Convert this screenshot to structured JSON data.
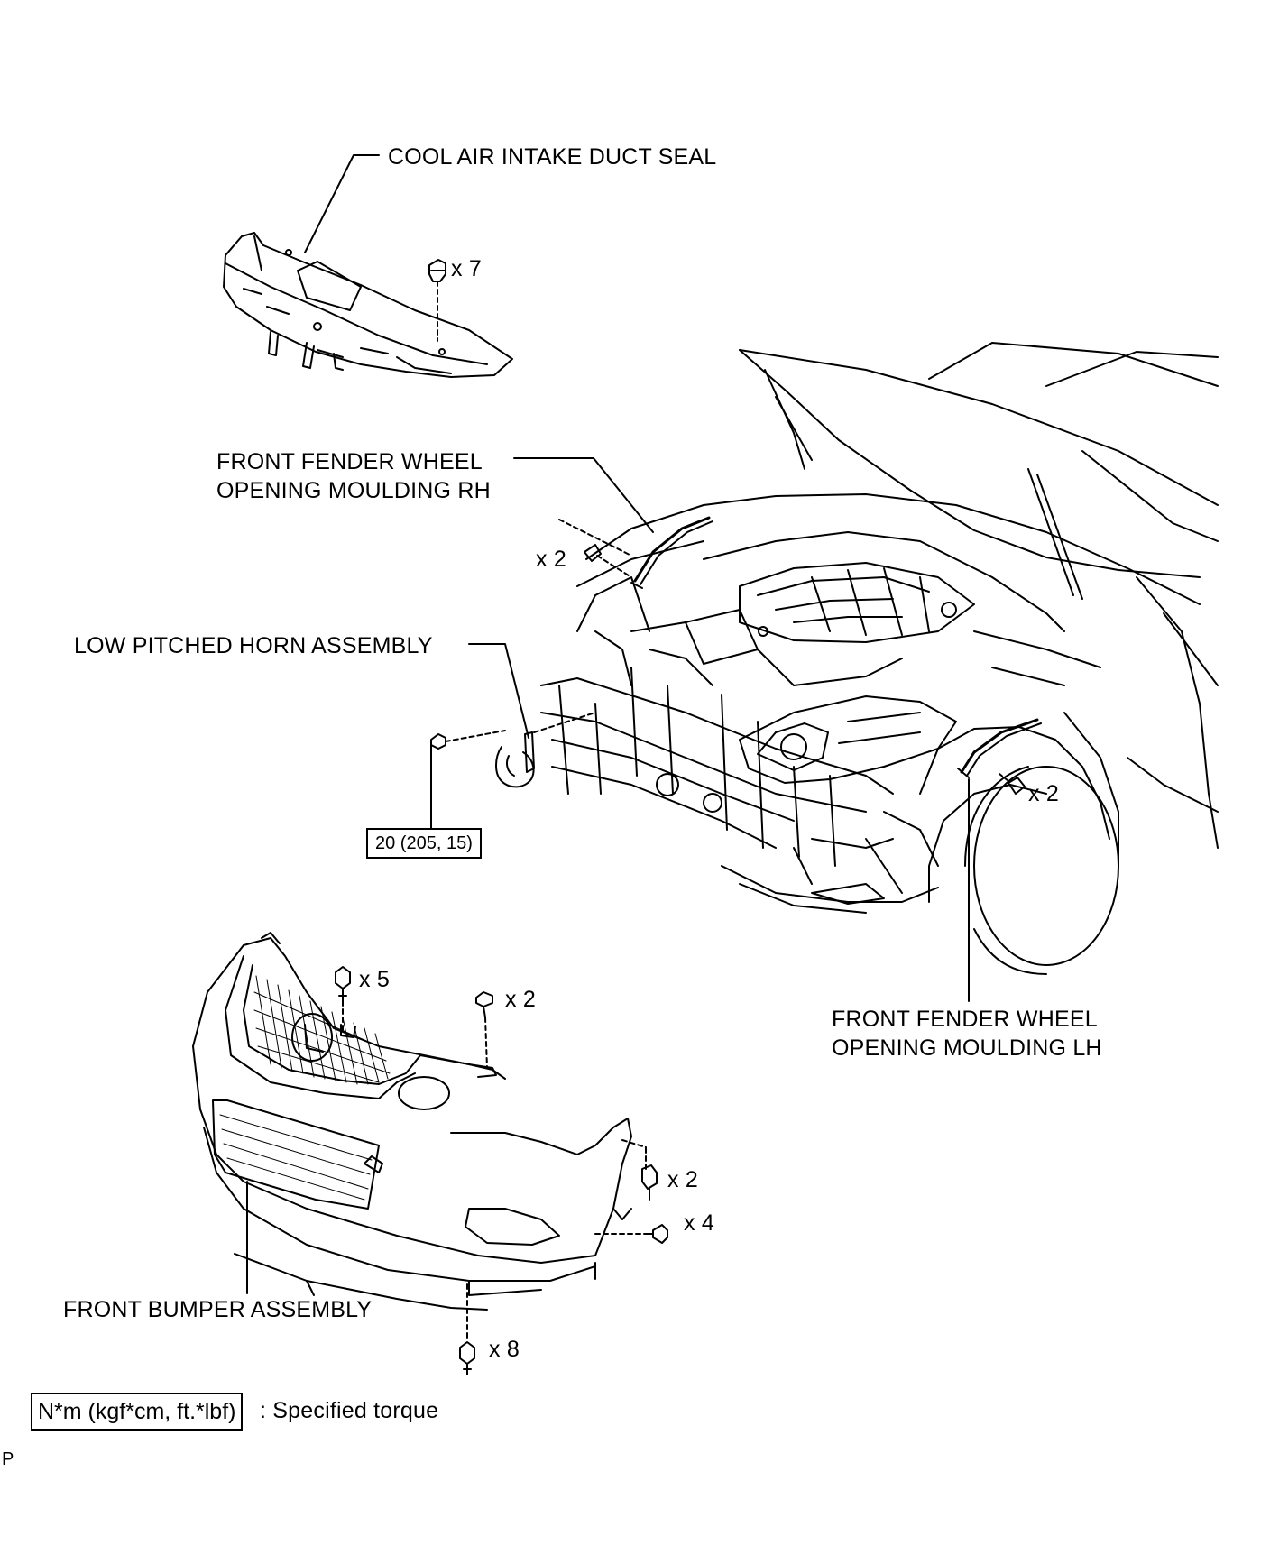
{
  "parts": {
    "cool_air_intake_duct_seal": "COOL AIR INTAKE DUCT SEAL",
    "front_fender_moulding_rh": [
      "FRONT FENDER WHEEL",
      "OPENING MOULDING RH"
    ],
    "low_pitched_horn": "LOW PITCHED HORN ASSEMBLY",
    "front_fender_moulding_lh": [
      "FRONT FENDER WHEEL",
      "OPENING MOULDING LH"
    ],
    "front_bumper": "FRONT BUMPER ASSEMBLY"
  },
  "quantities": {
    "seal_clips": "x 7",
    "rh_screws": "x 2",
    "lh_screws": "x 2",
    "bumper_top_bolts": "x 5",
    "bumper_top_clips": "x 2",
    "bumper_side_bolts": "x 2",
    "bumper_side_screws": "x 4",
    "bumper_bottom_bolts": "x 8"
  },
  "torque": {
    "horn_bolt": "20 (205, 15)"
  },
  "legend": {
    "unit_box": "N*m (kgf*cm, ft.*lbf)",
    "description": ": Specified torque"
  },
  "corner_mark": "P"
}
